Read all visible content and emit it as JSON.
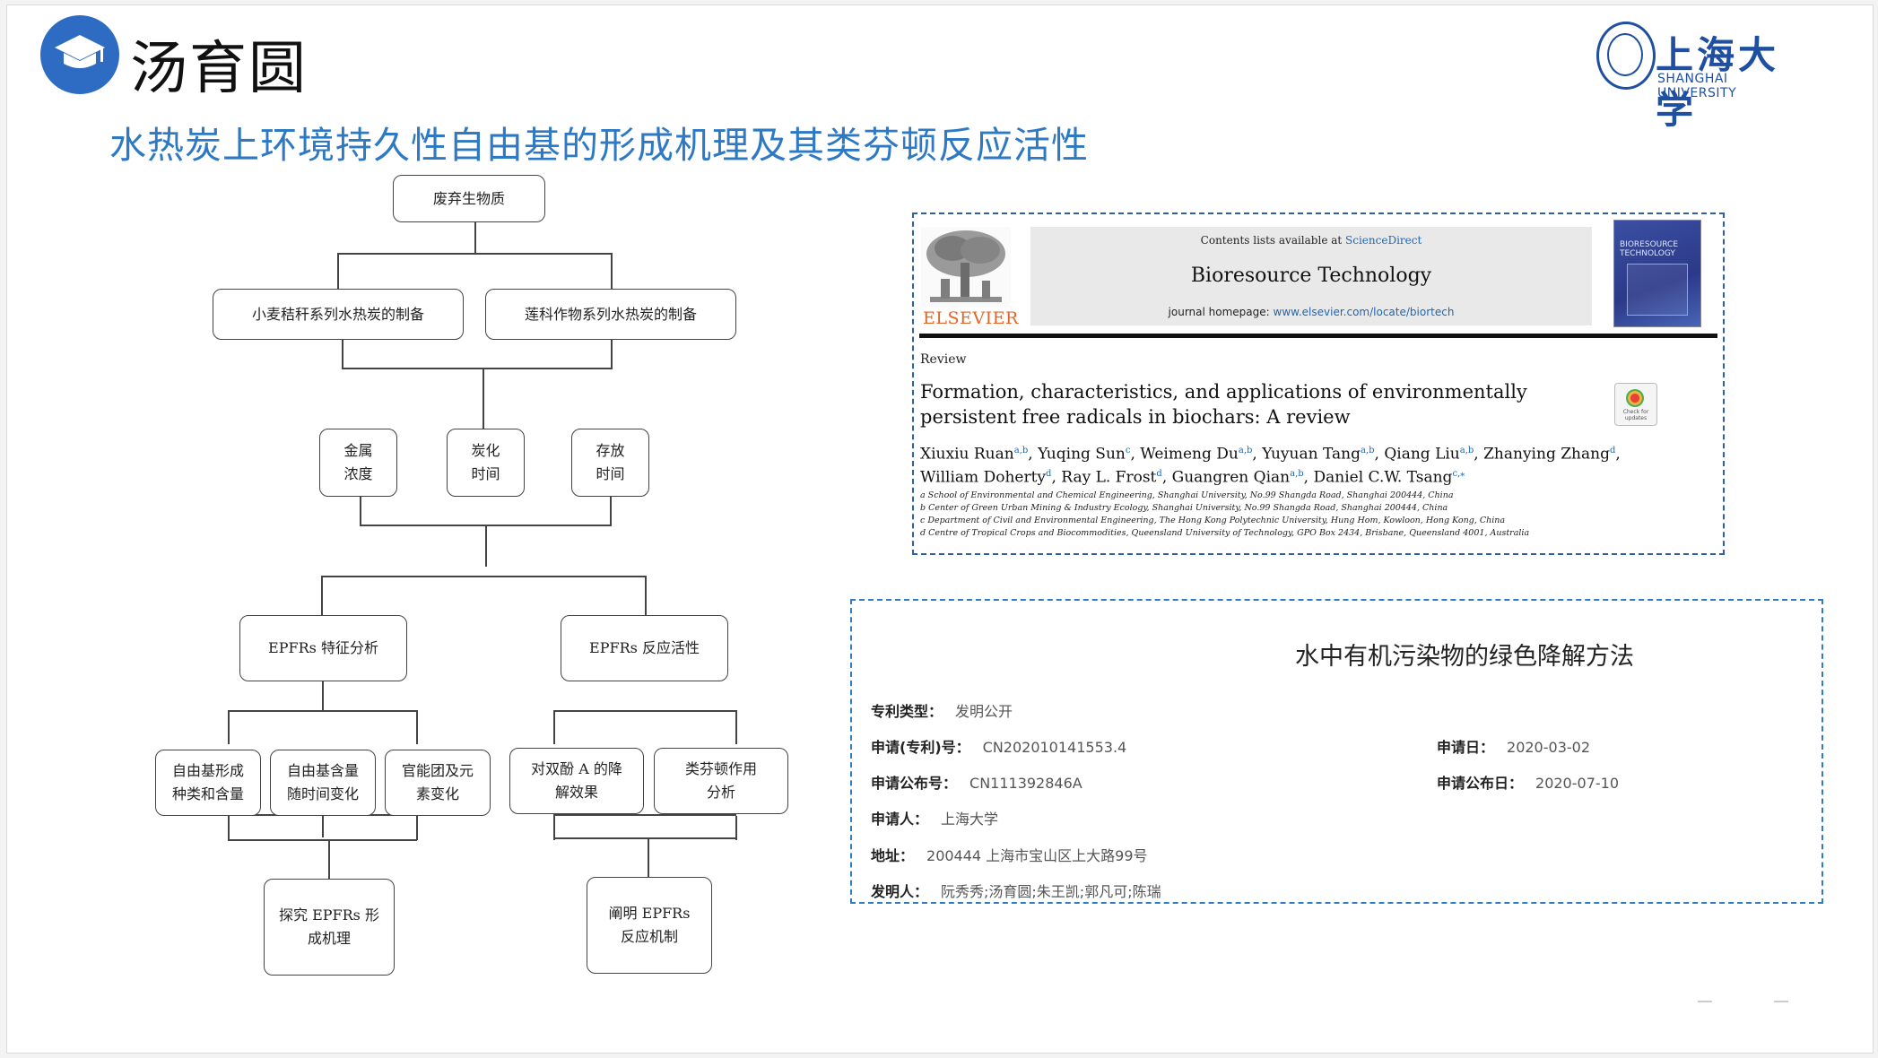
{
  "header": {
    "name": "汤育圆",
    "subtitle": "水热炭上环境持久性自由基的形成机理及其类芬顿反应活性",
    "university_cn": "上海大学",
    "university_en": "SHANGHAI UNIVERSITY"
  },
  "flowchart": {
    "root": "废弃生物质",
    "prep_left": "小麦秸秆系列水热炭的制备",
    "prep_right": "莲科作物系列水热炭的制备",
    "factor1_a": "金属",
    "factor1_b": "浓度",
    "factor2_a": "炭化",
    "factor2_b": "时间",
    "factor3_a": "存放",
    "factor3_b": "时间",
    "analysis_left": "EPFRs 特征分析",
    "analysis_right": "EPFRs 反应活性",
    "leaf1_a": "自由基形成",
    "leaf1_b": "种类和含量",
    "leaf2_a": "自由基含量",
    "leaf2_b": "随时间变化",
    "leaf3_a": "官能团及元",
    "leaf3_b": "素变化",
    "leaf4_a": "对双酚 A 的降",
    "leaf4_b": "解效果",
    "leaf5_a": "类芬顿作用",
    "leaf5_b": "分析",
    "result_left_a": "探究 EPFRs 形",
    "result_left_b": "成机理",
    "result_right_a": "阐明 EPFRs",
    "result_right_b": "反应机制"
  },
  "paper": {
    "contents_prefix": "Contents lists available at ",
    "contents_link": "ScienceDirect",
    "journal": "Bioresource Technology",
    "homepage_prefix": "journal homepage: ",
    "homepage_url": "www.elsevier.com/locate/biortech",
    "publisher": "ELSEVIER",
    "cover_title": "BIORESOURCE TECHNOLOGY",
    "check_label": "Check for updates",
    "section": "Review",
    "title": "Formation, characteristics, and applications of environmentally persistent free radicals in biochars: A review",
    "authors": [
      {
        "name": "Xiuxiu Ruan",
        "sup": "a,b"
      },
      {
        "name": "Yuqing Sun",
        "sup": "c"
      },
      {
        "name": "Weimeng Du",
        "sup": "a,b"
      },
      {
        "name": "Yuyuan Tang",
        "sup": "a,b"
      },
      {
        "name": "Qiang Liu",
        "sup": "a,b"
      },
      {
        "name": "Zhanying Zhang",
        "sup": "d"
      },
      {
        "name": "William Doherty",
        "sup": "d"
      },
      {
        "name": "Ray L. Frost",
        "sup": "d"
      },
      {
        "name": "Guangren Qian",
        "sup": "a,b"
      },
      {
        "name": "Daniel C.W. Tsang",
        "sup": "c,⁎"
      }
    ],
    "affiliations": [
      "a School of Environmental and Chemical Engineering, Shanghai University, No.99 Shangda Road, Shanghai 200444, China",
      "b Center of Green Urban Mining & Industry Ecology, Shanghai University, No.99 Shangda Road, Shanghai 200444, China",
      "c Department of Civil and Environmental Engineering, The Hong Kong Polytechnic University, Hung Hom, Kowloon, Hong Kong, China",
      "d Centre of Tropical Crops and Biocommodities, Queensland University of Technology, GPO Box 2434, Brisbane, Queensland 4001, Australia"
    ]
  },
  "patent": {
    "title": "水中有机污染物的绿色降解方法",
    "type_label": "专利类型：",
    "type_value": "发明公开",
    "app_no_label": "申请(专利)号：",
    "app_no_value": "CN202010141553.4",
    "app_date_label": "申请日：",
    "app_date_value": "2020-03-02",
    "pub_no_label": "申请公布号：",
    "pub_no_value": "CN111392846A",
    "pub_date_label": "申请公布日：",
    "pub_date_value": "2020-07-10",
    "applicant_label": "申请人：",
    "applicant_value": "上海大学",
    "address_label": "地址：",
    "address_value": "200444 上海市宝山区上大路99号",
    "inventors_label": "发明人：",
    "inventors_value": "阮秀秀;汤育圆;朱王凯;郭凡可;陈瑞"
  }
}
